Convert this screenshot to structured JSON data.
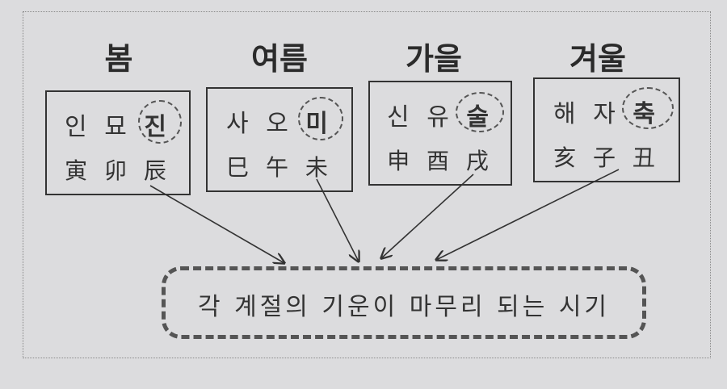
{
  "seasons": [
    {
      "name": "봄",
      "korean": [
        "인",
        "묘",
        "진"
      ],
      "hanja": [
        "寅",
        "卯",
        "辰"
      ]
    },
    {
      "name": "여름",
      "korean": [
        "사",
        "오",
        "미"
      ],
      "hanja": [
        "巳",
        "午",
        "未"
      ]
    },
    {
      "name": "가을",
      "korean": [
        "신",
        "유",
        "술"
      ],
      "hanja": [
        "申",
        "酉",
        "戌"
      ]
    },
    {
      "name": "겨울",
      "korean": [
        "해",
        "자",
        "축"
      ],
      "hanja": [
        "亥",
        "子",
        "丑"
      ]
    }
  ],
  "result": {
    "label": "각 계절의 기운이 마무리 되는 시기"
  },
  "colors": {
    "background": "#dcdcde",
    "ink": "#333333"
  }
}
